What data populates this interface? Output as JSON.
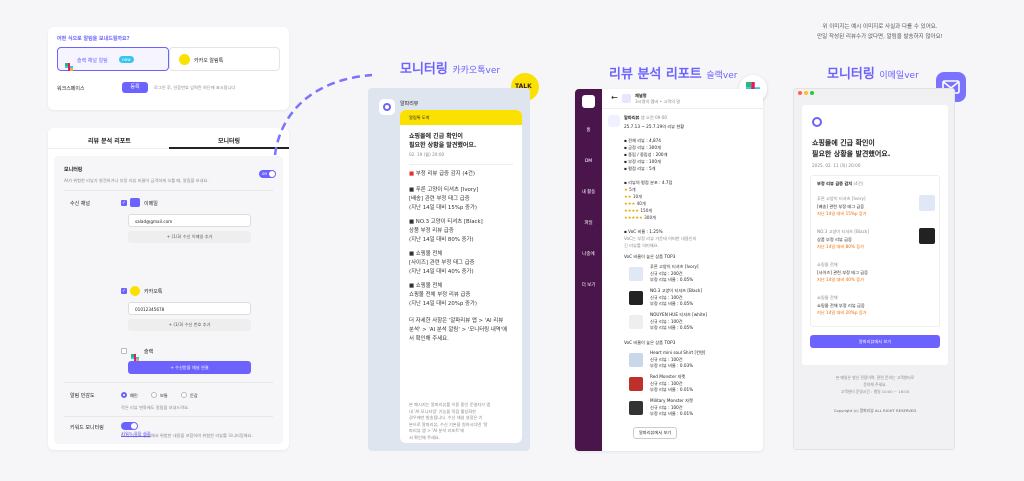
{
  "colors": {
    "accent": "#6c63ff",
    "kakao": "#fae100",
    "slack": "#4a154b",
    "orange": "#f06a00",
    "red": "#e03030"
  },
  "settings": {
    "question": "어떤 식으로 알림을 보내드릴까요?",
    "option_slack": "슬랙 채널 알림",
    "badge_new": "new",
    "option_kakao": "카카오 알림톡",
    "workspace_label": "워크스페이스",
    "workspace_button": "등록",
    "workspace_hint": "로그인 후, 인증번호 입력란 하단에 표시됩니다"
  },
  "tabs": {
    "review": "리뷰 분석 리포트",
    "monitor": "모니터링"
  },
  "monitor": {
    "title": "모니터링",
    "desc": "AI가 위험한 리뷰가 발견하거나 부정 리뷰 비율이 급격하게 오를 때, 알림을 보내요.",
    "toggle": "on",
    "channel_label": "수신 채널",
    "email_label": "이메일",
    "email_value": "salad@gmail.com",
    "email_add": "(1/3) 수신 이메일 추가",
    "kakao_label": "카카오톡",
    "phone_value": "01012345678",
    "phone_add": "(1/3) 수신 번호 추가",
    "slack_label": "슬랙",
    "slack_connect": "수신받을 채널 연결",
    "sensitivity_label": "알림 민감도",
    "sens_opt1": "예민",
    "sens_opt2": "보통",
    "sens_opt3": "둔감",
    "sens_hint": "작은 리뷰 변화에도 알림을 보내드려요.",
    "keyword_label": "키워드 모니터링",
    "keyword_desc": "AI가 리뷰도 알림해서 위험한 내용을 포함하여 위험한 리뷰를 모니터링해요.",
    "keyword_link": "키워드 알림 설정"
  },
  "kakao": {
    "heading": "모니터링",
    "heading_sub": "카카오톡ver",
    "badge": "TALK",
    "sender": "알파리뷰",
    "header": "알림톡 도착",
    "title1": "쇼핑몰에 긴급 확인이",
    "title2": "필요한 상황을 발견했어요.",
    "date": "02. 19 (월) 20:00",
    "alert": "부정 리뷰 급증 감지 (4건)",
    "i1a": "■ 푸른 고양이 티셔츠 [Ivory]",
    "i1b": "[배송] 관련 부정 태그 급증",
    "i1c": "(지난 14일 대비 15%p 증가)",
    "i2a": "■ NO.3 고양이 티셔츠 [Black]",
    "i2b": "상품 부정 리뷰 급증",
    "i2c": "(지난 14일 대비 80% 증가)",
    "i3a": "■ 쇼핑몰 전체",
    "i3b": "[사이즈] 관련 부정 태그 급증",
    "i3c": "(지난 14일 대비 40% 증가)",
    "i4a": "■ 쇼핑몰 전체",
    "i4b": "쇼핑몰 전체 부정 리뷰 급증",
    "i4c": "(지난 14일 대비 20%p 증가)",
    "more1": "더 자세한 사항은 '알파리뷰 앱 > 'AI 리뷰",
    "more2": "분석' > 'AI 분석 알림' > '모니터링 내역'에",
    "more3": "서 확인해 주세요.",
    "f1": "본 메시지는 알파리뷰를 이용 중인 운영자가 앱",
    "f2": "내 'AI 모니터링' 기능을 직접 활성화한",
    "f3": "경우에만 발송됩니다. 수신 채널 설정은 기",
    "f4": "본으로 알파리뷰, 수신 기본을 원하시다면 '알",
    "f5": "파리뷰 앱 > 'AI 분석 리포트'에",
    "f6": "서 확인해 주세요."
  },
  "slack": {
    "heading": "리뷰 분석 리포트",
    "heading_sub": "슬랙ver",
    "nav": [
      "홈",
      "DM",
      "내 활동",
      "파일",
      "나중에",
      "더 보기"
    ],
    "channel": "채널명",
    "channel_sub": "3시명의 멤버 • 고객의 말",
    "sender": "알파리뷰",
    "app": "앱",
    "time": "오전 09:00",
    "period": "25.7.13 ~ 25.7.19의 리뷰 현황",
    "s1": "전체 리뷰 : 4,874",
    "s2": "긍정 리뷰 : 300개",
    "s3": "중립 / 중립성 : 200개",
    "s4": "부정 리뷰 : 100개",
    "s5": "평점 리뷰 : 5개",
    "rating_head": "리뷰의 평점 분포 : 4.7점",
    "r1": "5개",
    "r2": "10개",
    "r3": "40개",
    "r4": "150개",
    "r5": "300개",
    "voc_head": "VoC 비율 : 1.25%",
    "voc1": "VoC는 부정 리뷰 가운데 어떠한 내용인지",
    "voc2": "긴 리뷰를 의미해요.",
    "top_head": "VoC 비율이 높은 상품 TOP3",
    "p1": "푸른 고양이 티셔츠 [Ivory]",
    "p1a": "신규 리뷰 : 200건",
    "p1b": "부정 리뷰 비율 : 0.05%",
    "p2": "NO.3 고양이 티셔츠 [Black]",
    "p2a": "신규 리뷰 : 100건",
    "p2b": "부정 리뷰 비율 : 0.05%",
    "p3": "NOUYEN HUE 티셔츠 [white]",
    "p3a": "신규 리뷰 : 100건",
    "p3b": "부정 리뷰 비율 : 0.05%",
    "top2_head": "VoC 비율이 높은 상품 TOP3",
    "q1": "Heart mini soul Shirt [컨텐]",
    "q1a": "신규 리뷰 : 100건",
    "q1b": "부정 리뷰 비율 : 0.03%",
    "q2": "Red Monster 자켓",
    "q2a": "신규 리뷰 : 100건",
    "q2b": "부정 리뷰 비율 : 0.01%",
    "q3": "Military Monster 자켓",
    "q3a": "신규 리뷰 : 100건",
    "q3b": "부정 리뷰 비율 : 0.01%",
    "button": "알파리뷰에서 보기"
  },
  "email": {
    "note1": "위 이미지는 예시 이미지로 사실과 다를 수 있어요.",
    "note2": "만일 작성된 리뷰수가 없다면, 알림을 발송하지 않아요!",
    "heading": "모니터링",
    "heading_sub": "이메일ver",
    "title1": "쇼핑몰에 긴급 확인이",
    "title2": "필요한 상황을 발견했어요.",
    "date": "2025. 02. 11 (화) 20:00",
    "section": "부정 리뷰 급증 감지",
    "section_count": "(4건)",
    "e1a": "푸른 고양이 티셔츠 [Ivory]",
    "e1b": "[배송] 관련 부정 태그 급증",
    "e1c": "지난 14일 대비 15%p 증가",
    "e2a": "NO.3 고양이 티셔츠 [Black]",
    "e2b": "상품 부정 리뷰 급증",
    "e2c": "지난 14일 대비 80% 증가",
    "e3a": "쇼핑몰 전체",
    "e3b": "[사이즈] 관련 부정 태그 급증",
    "e3c": "지난 14일 대비 40% 증가",
    "e4a": "쇼핑몰 전체",
    "e4b": "쇼핑몰 전체 부정 리뷰 급증",
    "e4c": "지난 14일 대비 20%p 증가",
    "button": "알파리뷰에서 보기",
    "foot1": "본 메일은 발신 전용이며, 관련 문의는 고객센터로",
    "foot2": "문의해 주세요.",
    "foot3": "고객센터 운영시간 : 평일 10:00 ~ 18:00",
    "copyright": "Copyright (c) 알파리뷰 ALL RIGHT RESERVED"
  }
}
